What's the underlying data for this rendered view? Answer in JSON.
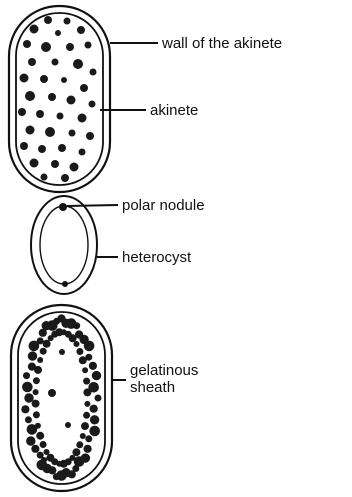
{
  "labels": {
    "wall_of_akinete": "wall of the akinete",
    "akinete": "akinete",
    "polar_nodule": "polar nodule",
    "heterocyst": "heterocyst",
    "gelatinous_sheath_line1": "gelatinous",
    "gelatinous_sheath_line2": "sheath"
  },
  "colors": {
    "ink": "#111111",
    "background": "#ffffff"
  }
}
